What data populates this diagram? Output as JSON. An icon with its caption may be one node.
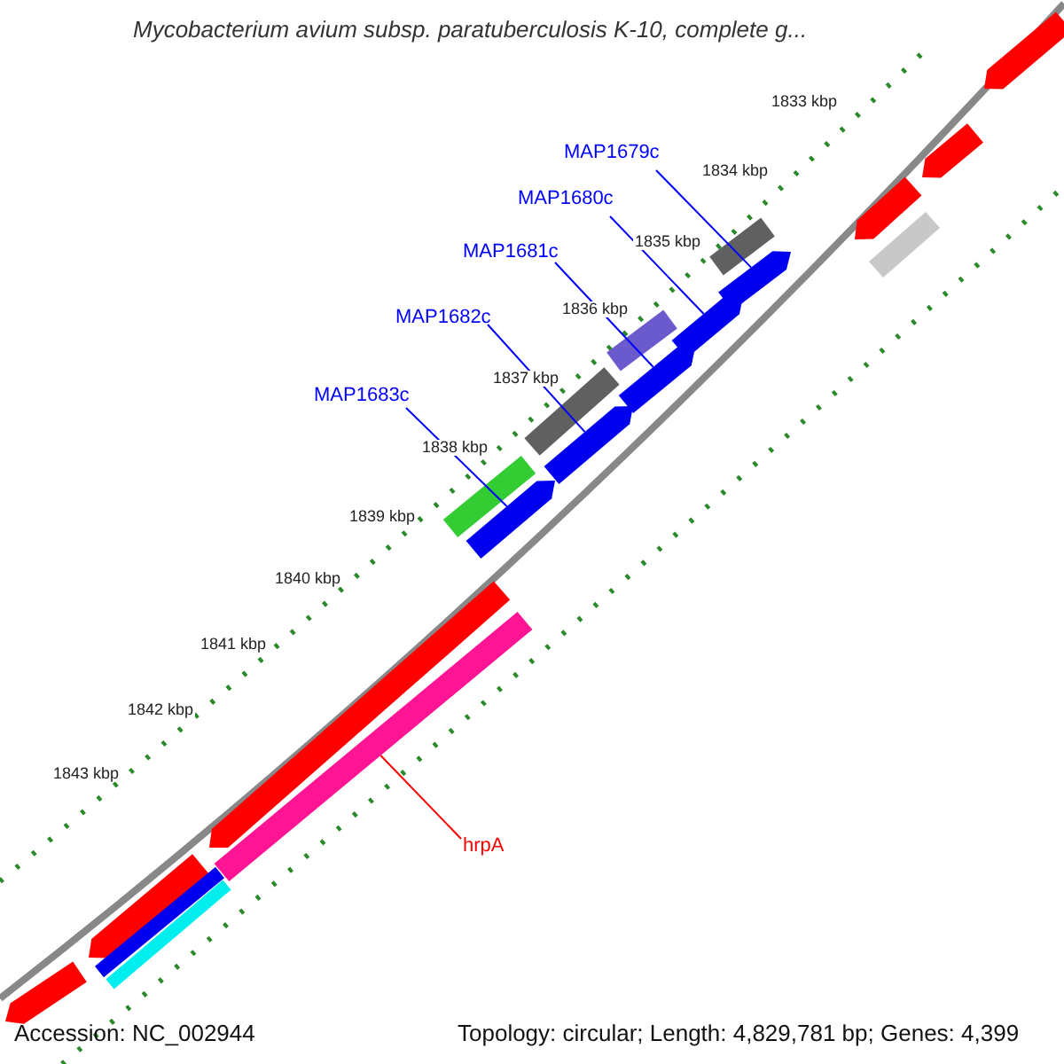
{
  "diagram": {
    "title": "Mycobacterium avium subsp. paratuberculosis K-10, complete g...",
    "nodes": [
      {
        "text": [
          "MAP1679c"
        ]
      },
      {
        "text": [
          "MAP1680c"
        ]
      },
      {
        "text": [
          "MAP1681c"
        ]
      },
      {
        "text": [
          "MAP1682c"
        ]
      },
      {
        "text": [
          "MAP1683c"
        ]
      },
      {
        "text": [
          "hrpA"
        ]
      },
      {
        "text": [],
        "shape": "arrow"
      },
      {
        "text": [],
        "shape": "arrow"
      },
      {
        "text": [],
        "shape": "arrow"
      },
      {
        "text": [],
        "shape": "arrow"
      },
      {
        "text": [],
        "shape": "arrow"
      },
      {
        "text": [],
        "shape": "bar"
      }
    ],
    "edges": [
      {
        "from": 0,
        "to": 6,
        "arrow": "none"
      },
      {
        "from": 1,
        "to": 7,
        "arrow": "none"
      },
      {
        "from": 2,
        "to": 8,
        "arrow": "none"
      },
      {
        "from": 3,
        "to": 9,
        "arrow": "none"
      },
      {
        "from": 4,
        "to": 10,
        "arrow": "none"
      },
      {
        "from": 5,
        "to": 11,
        "arrow": "none",
        "color": "#ff0000"
      }
    ],
    "labels": [
      "1833 kbp",
      "1834 kbp",
      "1835 kbp",
      "1836 kbp",
      "1837 kbp",
      "1838 kbp",
      "1839 kbp",
      "1840 kbp",
      "1841 kbp",
      "1842 kbp",
      "1843 kbp",
      "Accession: NC_002944",
      "Topology: circular; Length: 4,829,781 bp; Genes: 4,399"
    ]
  }
}
